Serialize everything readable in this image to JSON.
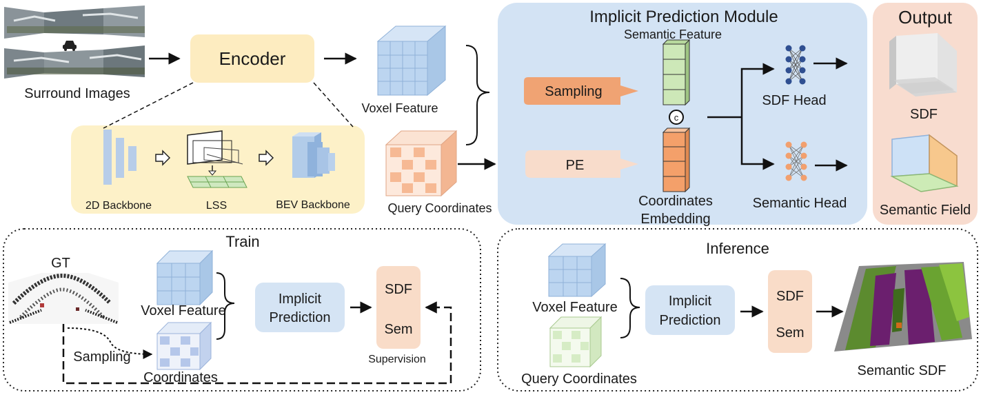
{
  "labels": {
    "surround_images": "Surround Images",
    "encoder": "Encoder",
    "voxel_feature": "Voxel Feature",
    "query_coordinates": "Query Coordinates",
    "backbone_2d": "2D Backbone",
    "lss": "LSS",
    "bev_backbone": "BEV Backbone",
    "ipm_title": "Implicit Prediction Module",
    "semantic_feature": "Semantic Feature",
    "sampling": "Sampling",
    "pe": "PE",
    "concat_symbol": "c",
    "coordinates_embedding_1": "Coordinates",
    "coordinates_embedding_2": "Embedding",
    "sdf_head": "SDF Head",
    "semantic_head": "Semantic Head",
    "output_title": "Output",
    "sdf": "SDF",
    "semantic_field": "Semantic Field"
  },
  "train": {
    "title": "Train",
    "gt": "GT",
    "voxel_feature": "Voxel Feature",
    "coordinates": "Coordinates",
    "sampling": "Sampling",
    "implicit_1": "Implicit",
    "implicit_2": "Prediction",
    "sdf": "SDF",
    "sem": "Sem",
    "supervision": "Supervision"
  },
  "inference": {
    "title": "Inference",
    "voxel_feature": "Voxel Feature",
    "query_coordinates": "Query Coordinates",
    "implicit_1": "Implicit",
    "implicit_2": "Prediction",
    "sdf": "SDF",
    "sem": "Sem",
    "semantic_sdf": "Semantic SDF"
  },
  "colors": {
    "encoder_fill": "#fdecc0",
    "backbone_panel": "#fdf1c8",
    "ipm_panel": "#d3e3f4",
    "output_panel": "#f8dccf",
    "sampling_fill": "#f0a373",
    "pe_fill": "#f8dccb",
    "voxel_blue": "#b9d3ef",
    "query_orange": "#f6c5a6",
    "semantic_feature_green": "#cde8b8",
    "coord_embedding_orange": "#f4a06a",
    "sdf_head_node": "#2f4f91",
    "semantic_head_node": "#f2a06e",
    "implicit_box": "#d5e4f4",
    "supervision_box": "#f9dcc8"
  }
}
